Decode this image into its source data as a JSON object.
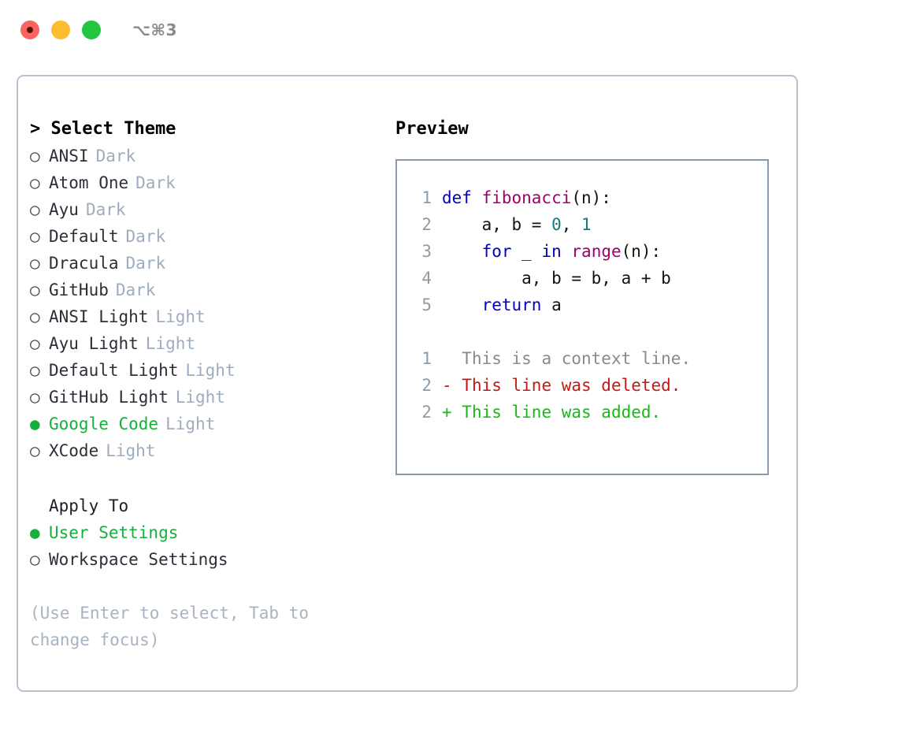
{
  "titlebar": {
    "shortcut": "⌥⌘3",
    "lights": [
      {
        "name": "close",
        "color": "#f9655f"
      },
      {
        "name": "minimize",
        "color": "#fcbd2e"
      },
      {
        "name": "maximize",
        "color": "#22c63f"
      }
    ]
  },
  "theme_list": {
    "header": "> Select Theme",
    "items": [
      {
        "marker": "○",
        "label": "ANSI",
        "category": "Dark",
        "selected": false
      },
      {
        "marker": "○",
        "label": "Atom One",
        "category": "Dark",
        "selected": false
      },
      {
        "marker": "○",
        "label": "Ayu",
        "category": "Dark",
        "selected": false
      },
      {
        "marker": "○",
        "label": "Default",
        "category": "Dark",
        "selected": false
      },
      {
        "marker": "○",
        "label": "Dracula",
        "category": "Dark",
        "selected": false
      },
      {
        "marker": "○",
        "label": "GitHub",
        "category": "Dark",
        "selected": false
      },
      {
        "marker": "○",
        "label": "ANSI Light",
        "category": "Light",
        "selected": false
      },
      {
        "marker": "○",
        "label": "Ayu Light",
        "category": "Light",
        "selected": false
      },
      {
        "marker": "○",
        "label": "Default Light",
        "category": "Light",
        "selected": false
      },
      {
        "marker": "○",
        "label": "GitHub Light",
        "category": "Light",
        "selected": false
      },
      {
        "marker": "●",
        "label": "Google Code",
        "category": "Light",
        "selected": true
      },
      {
        "marker": "○",
        "label": "XCode",
        "category": "Light",
        "selected": false
      }
    ]
  },
  "apply_to": {
    "header": "Apply To",
    "items": [
      {
        "marker": "●",
        "label": "User Settings",
        "selected": true
      },
      {
        "marker": "○",
        "label": "Workspace Settings",
        "selected": false
      }
    ]
  },
  "hint": "(Use Enter to select, Tab to change focus)",
  "preview": {
    "header": "Preview",
    "code_lines": [
      {
        "number": "1",
        "tokens": [
          {
            "text": "def ",
            "kind": "kw"
          },
          {
            "text": "fibonacci",
            "kind": "fn"
          },
          {
            "text": "(n):",
            "kind": "pl"
          }
        ]
      },
      {
        "number": "2",
        "tokens": [
          {
            "text": "    a, b = ",
            "kind": "pl"
          },
          {
            "text": "0",
            "kind": "num"
          },
          {
            "text": ", ",
            "kind": "pl"
          },
          {
            "text": "1",
            "kind": "num"
          }
        ]
      },
      {
        "number": "3",
        "tokens": [
          {
            "text": "    ",
            "kind": "pl"
          },
          {
            "text": "for",
            "kind": "kw"
          },
          {
            "text": " _ ",
            "kind": "pl"
          },
          {
            "text": "in",
            "kind": "kw"
          },
          {
            "text": " ",
            "kind": "pl"
          },
          {
            "text": "range",
            "kind": "fn"
          },
          {
            "text": "(n):",
            "kind": "pl"
          }
        ]
      },
      {
        "number": "4",
        "tokens": [
          {
            "text": "        a, b = b, a + b",
            "kind": "pl"
          }
        ]
      },
      {
        "number": "5",
        "tokens": [
          {
            "text": "    ",
            "kind": "pl"
          },
          {
            "text": "return",
            "kind": "kw"
          },
          {
            "text": " a",
            "kind": "pl"
          }
        ]
      }
    ],
    "diff_lines": [
      {
        "number": "1",
        "sign": "  ",
        "text": "This is a context line.",
        "kind": "ctx"
      },
      {
        "number": "2",
        "sign": "- ",
        "text": "This line was deleted.",
        "kind": "del"
      },
      {
        "number": "2",
        "sign": "+ ",
        "text": "This line was added.",
        "kind": "add"
      }
    ]
  },
  "colors": {
    "accent_green": "#14b03c",
    "muted": "#9eacbd",
    "hint": "#a8b3c2",
    "panel_border": "#b9c2cf",
    "preview_border": "#8b9aab",
    "gutter": "#8c9bab",
    "keyword": "#0000c8",
    "function": "#a0006e",
    "number": "#0e7c7b",
    "diff_context": "#8a8a8a",
    "diff_deleted": "#c41a12",
    "diff_added": "#16ba16"
  }
}
